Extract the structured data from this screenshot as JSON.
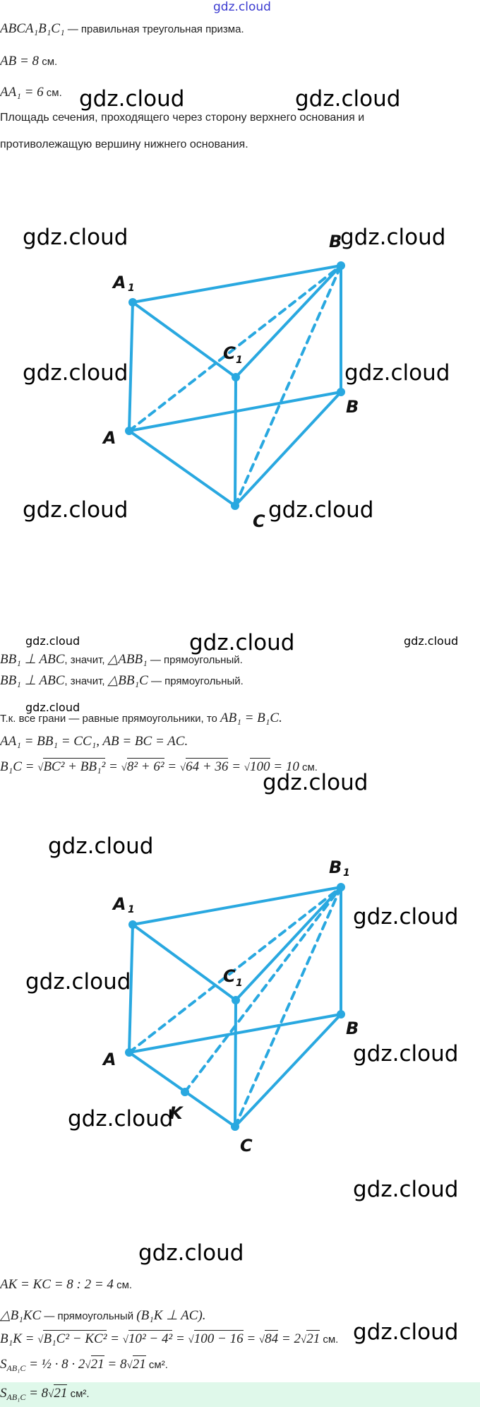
{
  "watermark": "gdz.cloud",
  "given": {
    "line1_math": "ABCA₁B₁C₁",
    "line1_text": " — правильная треугольная призма.",
    "line2_math": "AB = 8",
    "line2_unit": " см.",
    "line3_math": "AA₁ = 6",
    "line3_unit": " см.",
    "question_1": "Площадь сечения, проходящего через сторону верхнего основания и",
    "question_2": "противолежащую вершину нижнего основания."
  },
  "labels": {
    "A": "A",
    "B": "B",
    "C": "C",
    "A1": "A",
    "B1": "B",
    "C1": "C",
    "one": "1",
    "K": "K"
  },
  "solution": {
    "s1a": "BB₁ ⊥ ABC",
    "s1b": ", значит, ",
    "s1c": "△ABB₁",
    "s1d": " — прямоугольный.",
    "s2a": "BB₁ ⊥ ABC",
    "s2b": ", значит, ",
    "s2c": "△BB₁C",
    "s2d": " — прямоугольный.",
    "s3a": "Т.к. все грани — равные прямоугольники, то ",
    "s3b": "AB₁ = B₁C.",
    "s4": "AA₁ = BB₁ = CC₁, AB = BC = AC.",
    "s5a": "B₁C = ",
    "s5b": "BC² + BB₁²",
    "s5c": " = ",
    "s5d": "8² + 6²",
    "s5e": "64 + 36",
    "s5f": "100",
    "s5g": " = 10",
    "s5h": " см.",
    "s6a": "AK = KC = 8 : 2 = 4",
    "s6b": " см.",
    "s7a": "△B₁KC",
    "s7b": " — прямоугольный ",
    "s7c": "(B₁K ⊥ AC).",
    "s8a": "B₁K = ",
    "s8b": "B₁C² − KC²",
    "s8c": "10² − 4²",
    "s8d": "100 − 16",
    "s8e": "84",
    "s8f": " = 2",
    "s8g": "21",
    "s8h": " см.",
    "s9a": "S",
    "s9sub": "AB₁C",
    "s9b": " = ½ · 8 · 2",
    "s9c": "21",
    "s9d": " = 8",
    "s9e": "21",
    "s9f": " см².",
    "ans_a": "S",
    "ans_sub": "AB₁C",
    "ans_b": " = 8",
    "ans_c": "21",
    "ans_d": " см²."
  },
  "colors": {
    "figure": "#29a8e0",
    "answer_bg": "#dff8ea"
  }
}
